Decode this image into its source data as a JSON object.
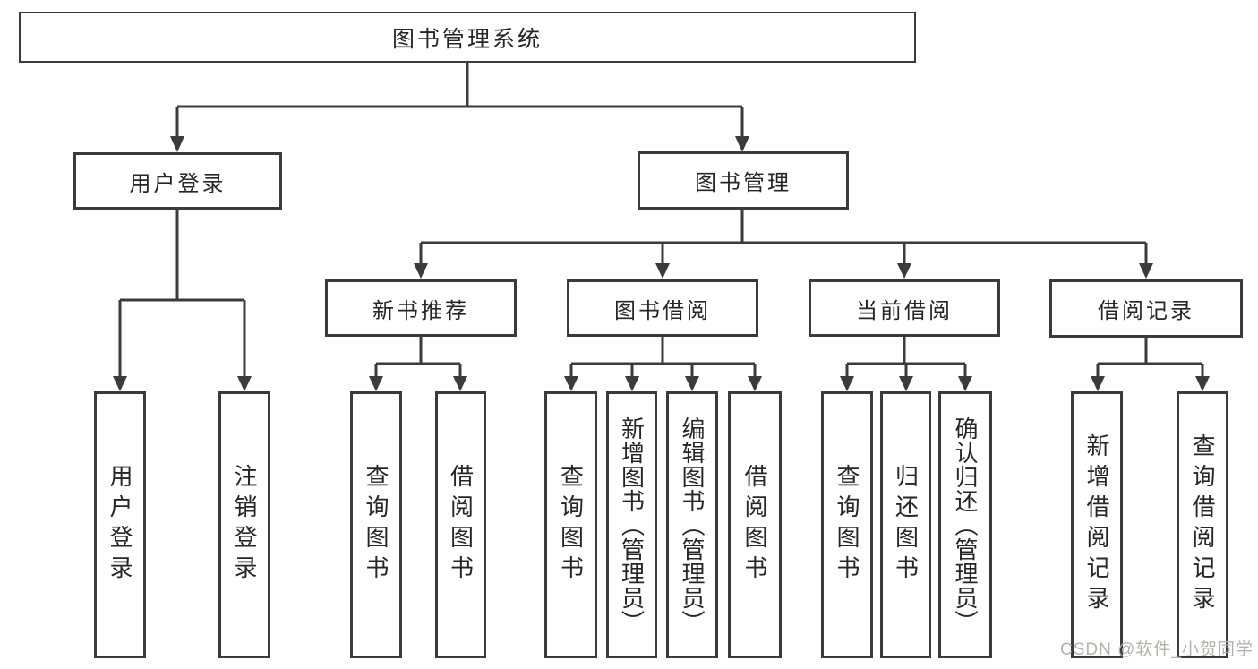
{
  "colors": {
    "line": "#3b3b3b",
    "box_border": "#3b3b3b",
    "text": "#262626",
    "background": "#ffffff",
    "watermark": "#b6b0b0"
  },
  "watermark": {
    "text": "CSDN @软件_小贺同学"
  },
  "tree": {
    "root": {
      "label": "图书管理系统"
    },
    "branches": [
      {
        "label": "用户登录",
        "children": [
          {
            "label": "用户登录"
          },
          {
            "label": "注销登录"
          }
        ]
      },
      {
        "label": "图书管理",
        "children": [
          {
            "label": "新书推荐",
            "children": [
              {
                "label": "查询图书"
              },
              {
                "label": "借阅图书"
              }
            ]
          },
          {
            "label": "图书借阅",
            "children": [
              {
                "label": "查询图书"
              },
              {
                "label": "新增图书（管理员）"
              },
              {
                "label": "编辑图书（管理员）"
              },
              {
                "label": "借阅图书"
              }
            ]
          },
          {
            "label": "当前借阅",
            "children": [
              {
                "label": "查询图书"
              },
              {
                "label": "归还图书"
              },
              {
                "label": "确认归还（管理员）"
              }
            ]
          },
          {
            "label": "借阅记录",
            "children": [
              {
                "label": "新增借阅记录"
              },
              {
                "label": "查询借阅记录"
              }
            ]
          }
        ]
      }
    ]
  }
}
